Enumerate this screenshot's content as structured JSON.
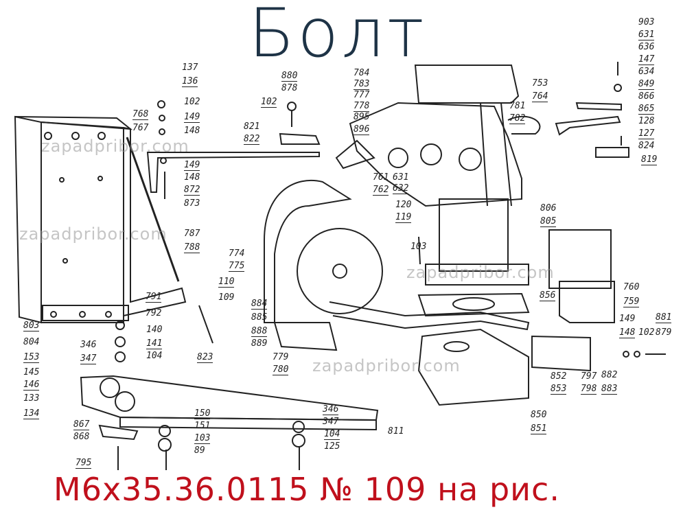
{
  "title": "Болт",
  "caption": "M6x35.36.0115 № 109 на рис.",
  "watermark": "zapadpribor.com",
  "colors": {
    "title": "#1e3346",
    "caption": "#c0101c",
    "lines": "#222222"
  },
  "part_labels": [
    "137",
    "136",
    "102",
    "149",
    "148",
    "768",
    "767",
    "149",
    "148",
    "872",
    "873",
    "880",
    "878",
    "102",
    "821",
    "822",
    "784",
    "783",
    "777",
    "778",
    "895",
    "896",
    "753",
    "764",
    "781",
    "782",
    "903",
    "631",
    "636",
    "147",
    "634",
    "849",
    "866",
    "865",
    "128",
    "127",
    "824",
    "819",
    "761",
    "762",
    "631",
    "632",
    "120",
    "119",
    "806",
    "805",
    "787",
    "788",
    "774",
    "775",
    "103",
    "110",
    "109",
    "884",
    "885",
    "888",
    "889",
    "791",
    "792",
    "856",
    "760",
    "759",
    "149",
    "148",
    "102",
    "881",
    "879",
    "803",
    "804",
    "153",
    "145",
    "146",
    "133",
    "134",
    "346",
    "347",
    "140",
    "141",
    "104",
    "823",
    "779",
    "780",
    "852",
    "853",
    "797",
    "798",
    "882",
    "883",
    "850",
    "851",
    "811",
    "867",
    "868",
    "150",
    "151",
    "103",
    "89",
    "346",
    "347",
    "104",
    "125",
    "795"
  ]
}
